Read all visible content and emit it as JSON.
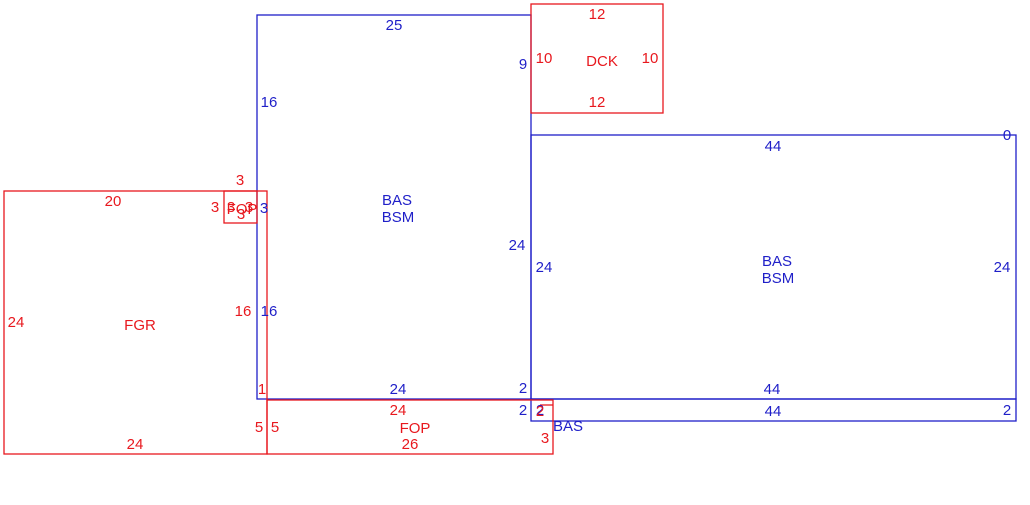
{
  "colors": {
    "blue": "#1f1fc8",
    "red": "#e8181e",
    "background": "#ffffff"
  },
  "areas": {
    "bas_main": {
      "label1": "BAS",
      "label2": "BSM"
    },
    "bas_right": {
      "label1": "BAS",
      "label2": "BSM"
    },
    "bas_strip": {
      "label": "BAS"
    },
    "dck": {
      "label": "DCK"
    },
    "fgr": {
      "label": "FGR"
    },
    "fop": {
      "label": "FOP"
    },
    "small": {
      "label": "FOP"
    }
  },
  "dims": {
    "bas_main_top": "25",
    "bas_main_left_upper": "16",
    "bas_main_left_3": "3",
    "bas_main_left_lower": "16",
    "bas_main_corner": "1",
    "bas_main_bottom": "24",
    "bas_main_right_upper": "9",
    "bas_main_right_lower": "24",
    "bas_main_right_bottom": "2",
    "dck_top": "12",
    "dck_bottom": "12",
    "dck_left": "10",
    "dck_right": "10",
    "bas_right_top": "44",
    "bas_right_bottom": "44",
    "bas_right_left": "24",
    "bas_right_right": "24",
    "bas_right_corner": "0",
    "strip_left": "2",
    "strip_bottom": "44",
    "strip_right": "2",
    "strip_left_red": "2",
    "small_top": "3",
    "small_left": "3",
    "small_mid1": "3",
    "small_mid2": "3",
    "small_bottom": "3",
    "fgr_top": "20",
    "fgr_left": "24",
    "fgr_right": "16",
    "fgr_bottom": "24",
    "fgr_step": "5",
    "fop_left": "5",
    "fop_top": "24",
    "fop_bottom": "26",
    "fop_right": "3",
    "strip_left_blue": "2"
  }
}
